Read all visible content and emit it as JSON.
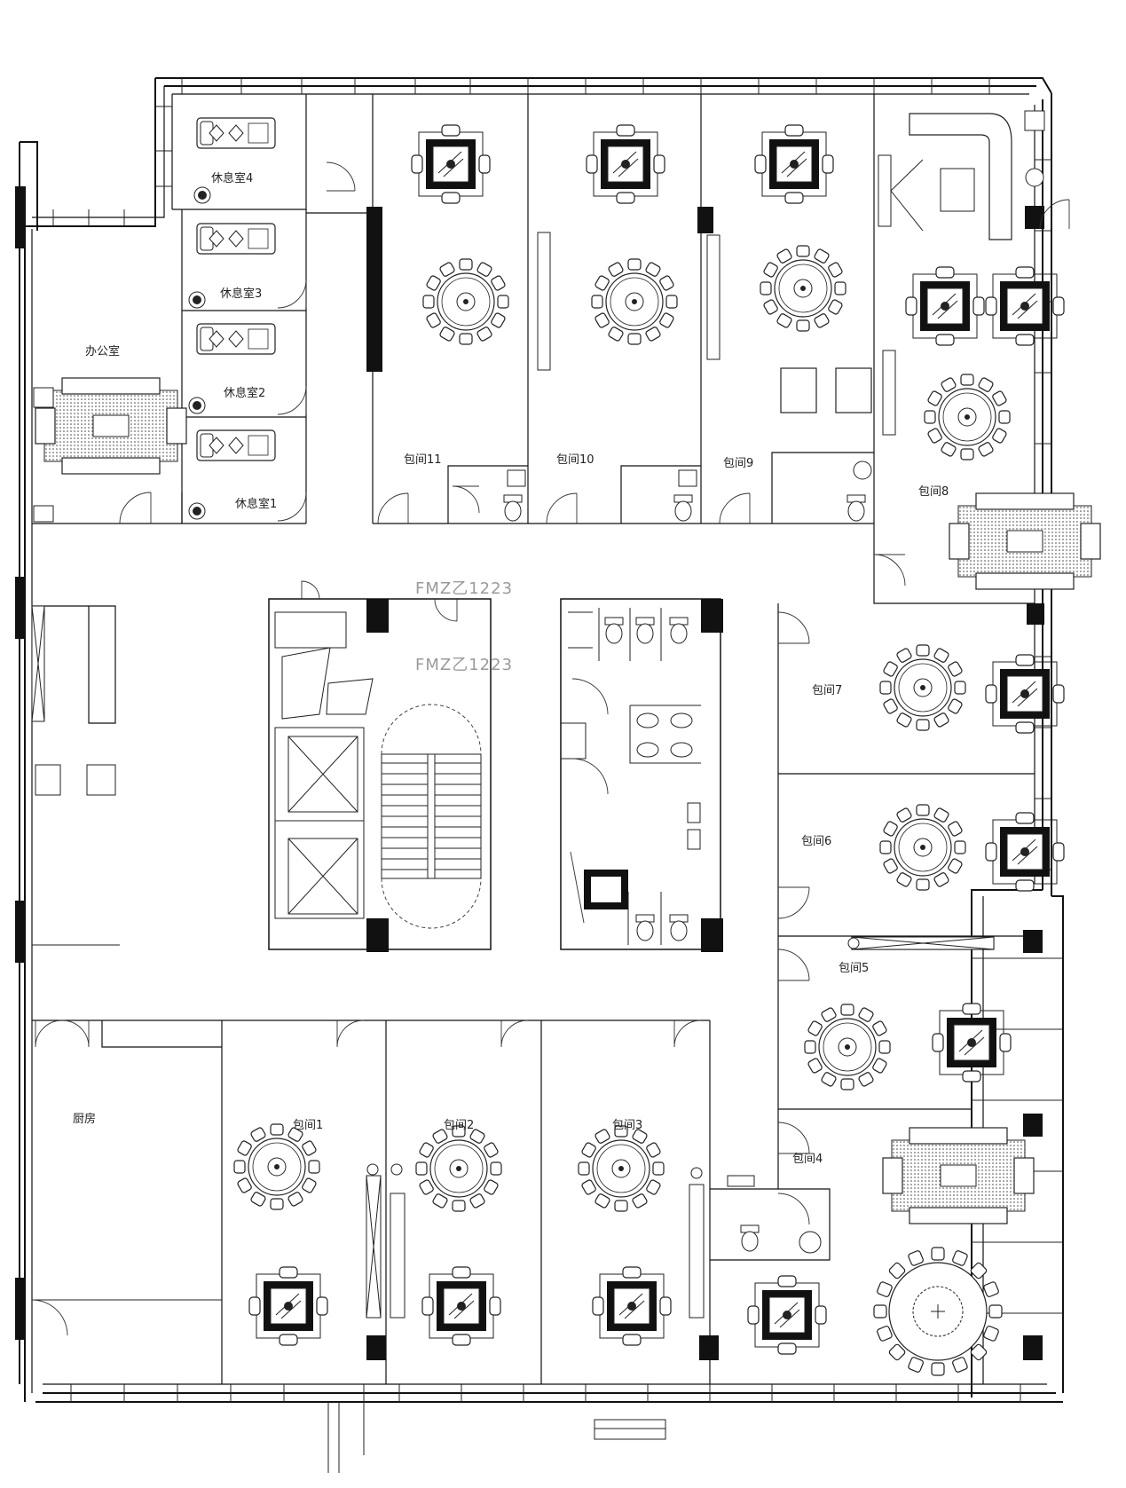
{
  "labels": {
    "office": "办公室",
    "rest1": "休息室1",
    "rest2": "休息室2",
    "rest3": "休息室3",
    "rest4": "休息室4",
    "kitchen": "厨房",
    "room1": "包间1",
    "room2": "包间2",
    "room3": "包间3",
    "room4": "包间4",
    "room5": "包间5",
    "room6": "包间6",
    "room7": "包间7",
    "room8": "包间8",
    "room9": "包间9",
    "room10": "包间10",
    "room11": "包间11",
    "door_code_1": "FMZ乙1223",
    "door_code_2": "FMZ乙1223"
  },
  "colors": {
    "wall": "#111111",
    "door_code": "#9a9a9a"
  }
}
